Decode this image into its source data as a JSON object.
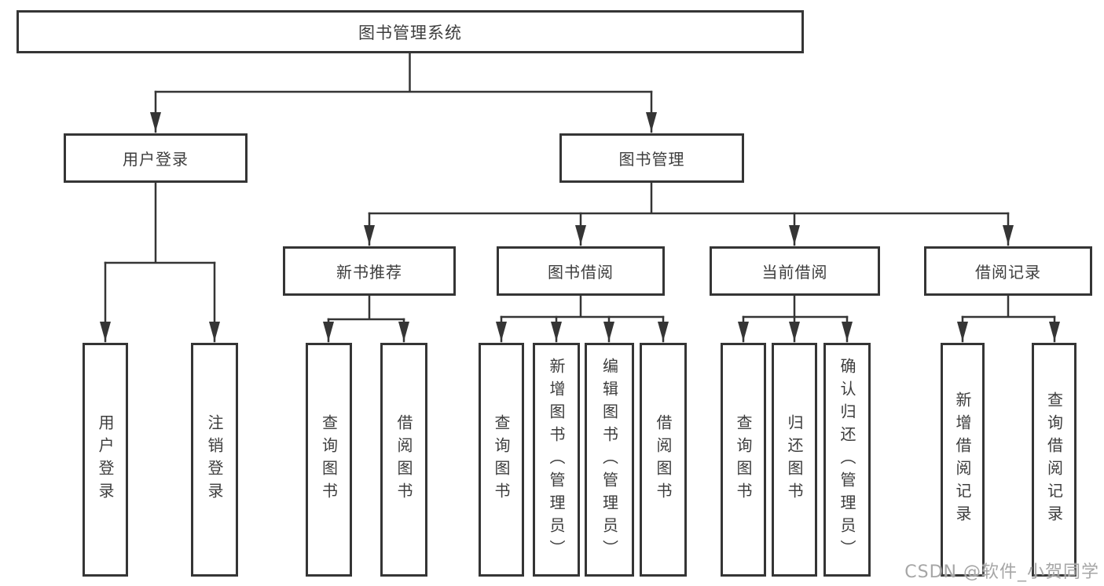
{
  "diagram": {
    "root": {
      "label": "图书管理系统"
    },
    "branches": [
      {
        "label": "用户登录",
        "children": [
          {
            "label": "用户登录"
          },
          {
            "label": "注销登录"
          }
        ]
      },
      {
        "label": "图书管理",
        "children": [
          {
            "label": "新书推荐",
            "children": [
              {
                "label": "查询图书"
              },
              {
                "label": "借阅图书"
              }
            ]
          },
          {
            "label": "图书借阅",
            "children": [
              {
                "label": "查询图书"
              },
              {
                "label": "新增图书（管理员）"
              },
              {
                "label": "编辑图书（管理员）"
              },
              {
                "label": "借阅图书"
              }
            ]
          },
          {
            "label": "当前借阅",
            "children": [
              {
                "label": "查询图书"
              },
              {
                "label": "归还图书"
              },
              {
                "label": "确认归还（管理员）"
              }
            ]
          },
          {
            "label": "借阅记录",
            "children": [
              {
                "label": "新增借阅记录"
              },
              {
                "label": "查询借阅记录"
              }
            ]
          }
        ]
      }
    ]
  },
  "watermark": {
    "text": "CSDN @软件_小贺同学"
  },
  "colors": {
    "line": "#353535",
    "text": "#3d3d3d",
    "box_background": "#ffffff",
    "watermark": "#a6a6a6"
  }
}
